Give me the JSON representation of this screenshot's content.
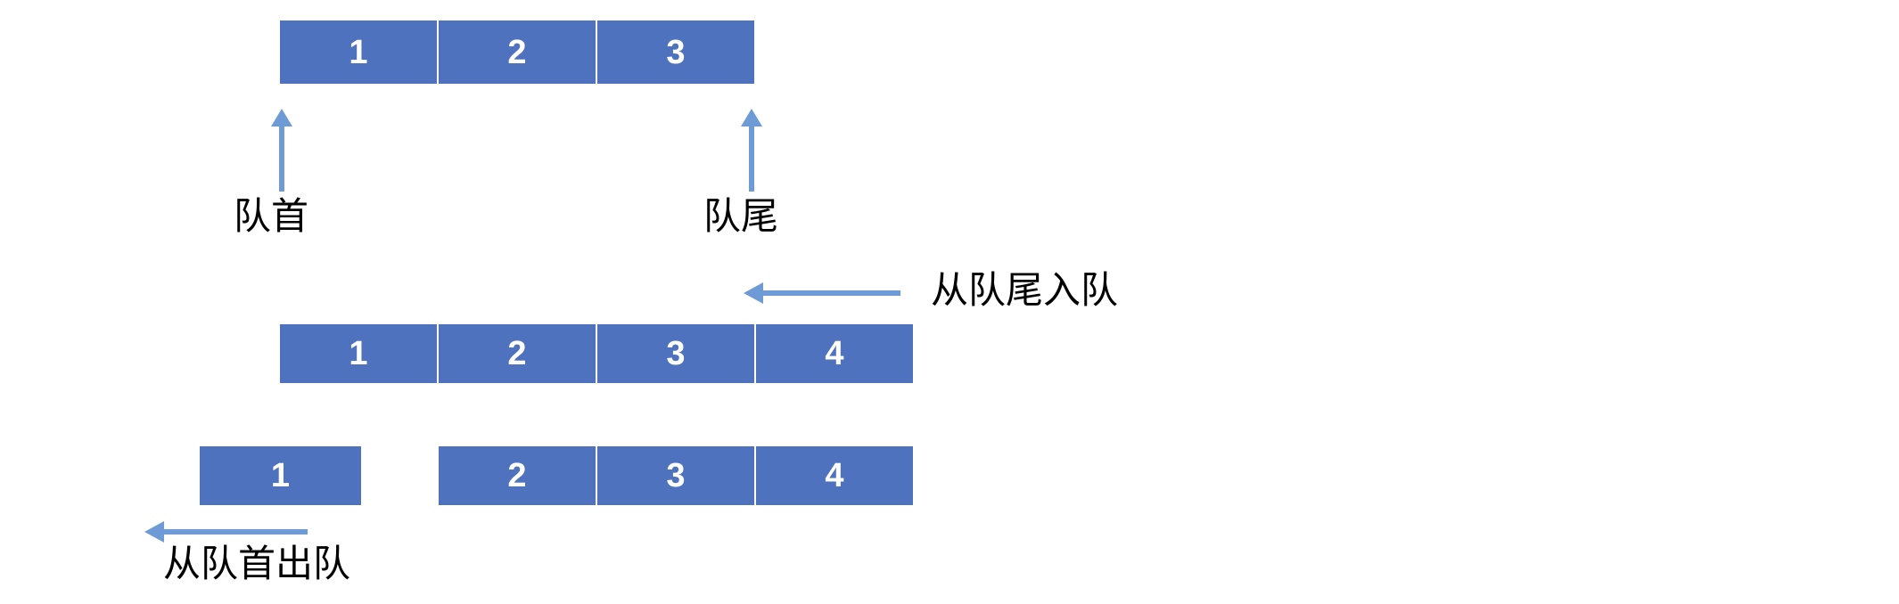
{
  "diagram": {
    "title": "queue-operations-diagram",
    "colors": {
      "cell_fill": "#4F72BF",
      "cell_border": "#FFFFFF",
      "cell_text": "#FFFFFF",
      "arrow": "#6E9BD5",
      "label_text": "#000000",
      "background": "#FFFFFF"
    },
    "rows": [
      {
        "id": "row-initial-queue",
        "cells": [
          {
            "value": "1"
          },
          {
            "value": "2"
          },
          {
            "value": "3"
          }
        ]
      },
      {
        "id": "row-after-enqueue",
        "cells": [
          {
            "value": "1"
          },
          {
            "value": "2"
          },
          {
            "value": "3"
          },
          {
            "value": "4"
          }
        ]
      },
      {
        "id": "row-after-dequeue-detached",
        "cells": [
          {
            "value": "1"
          }
        ]
      },
      {
        "id": "row-after-dequeue-remaining",
        "cells": [
          {
            "value": "2"
          },
          {
            "value": "3"
          },
          {
            "value": "4"
          }
        ]
      }
    ],
    "labels": {
      "head": "队首",
      "tail": "队尾",
      "enqueue": "从队尾入队",
      "dequeue": "从队首出队"
    }
  }
}
